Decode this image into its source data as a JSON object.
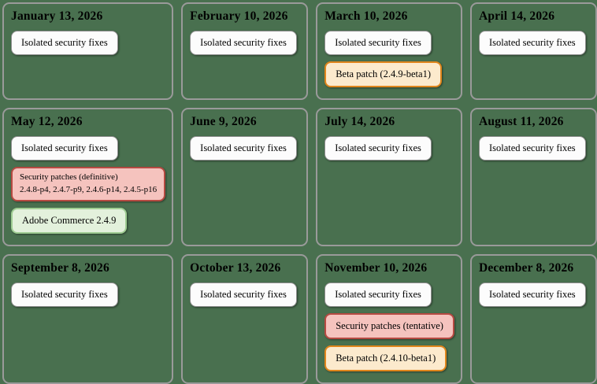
{
  "page": {
    "background_color": "#49704F",
    "cell_border_color": "#9A9A9A",
    "description": "2026 monthly release schedule grid, 4 columns by 3 rows"
  },
  "badge_styles": {
    "isolated": {
      "bg": "#FCFCFC",
      "border": "#8F8F8F",
      "border_width": 1
    },
    "security": {
      "bg": "#F5C3BE",
      "border": "#B64A42",
      "border_width": 2
    },
    "beta": {
      "bg": "#FCEACD",
      "border": "#E0861C",
      "border_width": 2
    },
    "release": {
      "bg": "#E3F1DC",
      "border": "#9FCD93",
      "border_width": 2
    }
  },
  "months": [
    {
      "title": "January 13, 2026",
      "badges": [
        {
          "type": "isolated",
          "lines": [
            "Isolated security fixes"
          ]
        }
      ]
    },
    {
      "title": "February 10, 2026",
      "badges": [
        {
          "type": "isolated",
          "lines": [
            "Isolated security fixes"
          ]
        }
      ]
    },
    {
      "title": "March 10, 2026",
      "badges": [
        {
          "type": "isolated",
          "lines": [
            "Isolated security fixes"
          ]
        },
        {
          "type": "beta",
          "lines": [
            "Beta patch (2.4.9-beta1)"
          ]
        }
      ]
    },
    {
      "title": "April 14, 2026",
      "badges": [
        {
          "type": "isolated",
          "lines": [
            "Isolated security fixes"
          ]
        }
      ]
    },
    {
      "title": "May 12, 2026",
      "badges": [
        {
          "type": "isolated",
          "lines": [
            "Isolated security fixes"
          ]
        },
        {
          "type": "security",
          "small": true,
          "lines": [
            "Security patches (definitive)",
            "2.4.8-p4, 2.4.7-p9, 2.4.6-p14, 2.4.5-p16"
          ]
        },
        {
          "type": "release",
          "lines": [
            "Adobe Commerce 2.4.9"
          ]
        }
      ]
    },
    {
      "title": "June 9, 2026",
      "badges": [
        {
          "type": "isolated",
          "lines": [
            "Isolated security fixes"
          ]
        }
      ]
    },
    {
      "title": "July 14, 2026",
      "badges": [
        {
          "type": "isolated",
          "lines": [
            "Isolated security fixes"
          ]
        }
      ]
    },
    {
      "title": "August 11, 2026",
      "badges": [
        {
          "type": "isolated",
          "lines": [
            "Isolated security fixes"
          ]
        }
      ]
    },
    {
      "title": "September 8, 2026",
      "badges": [
        {
          "type": "isolated",
          "lines": [
            "Isolated security fixes"
          ]
        }
      ]
    },
    {
      "title": "October 13, 2026",
      "badges": [
        {
          "type": "isolated",
          "lines": [
            "Isolated security fixes"
          ]
        }
      ]
    },
    {
      "title": "November 10, 2026",
      "badges": [
        {
          "type": "isolated",
          "lines": [
            "Isolated security fixes"
          ]
        },
        {
          "type": "security",
          "lines": [
            "Security patches (tentative)"
          ]
        },
        {
          "type": "beta",
          "lines": [
            "Beta patch (2.4.10-beta1)"
          ]
        }
      ]
    },
    {
      "title": "December 8, 2026",
      "badges": [
        {
          "type": "isolated",
          "lines": [
            "Isolated security fixes"
          ]
        }
      ]
    }
  ]
}
